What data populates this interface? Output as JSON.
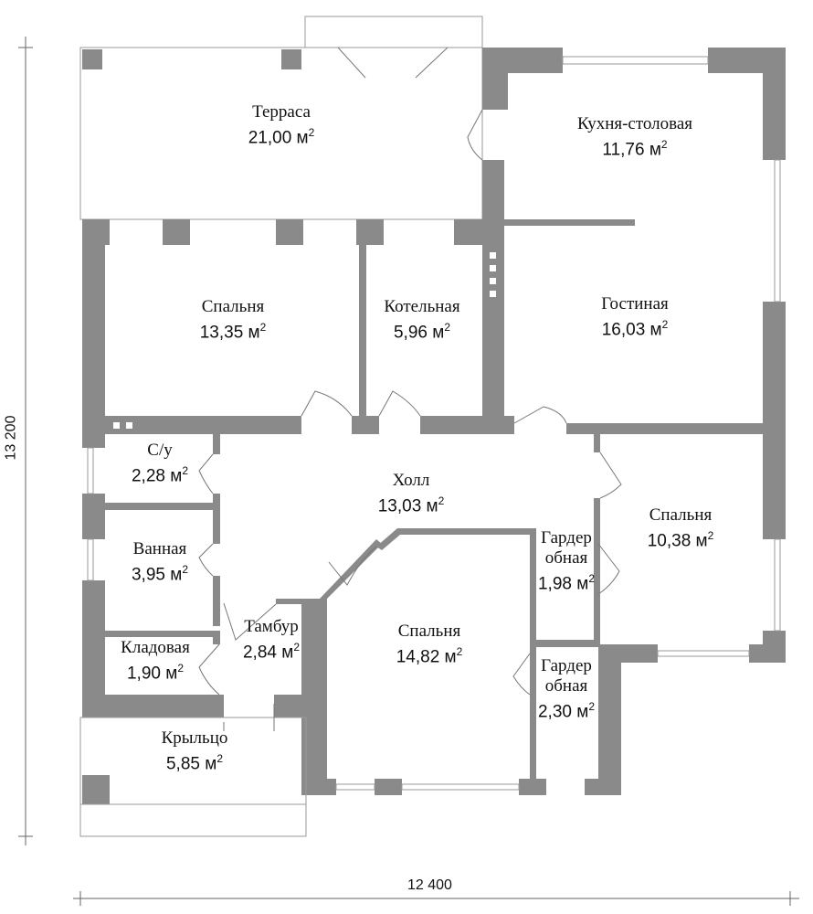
{
  "title": "План этажа",
  "unit_suffix": "м",
  "rooms": [
    {
      "name": "Терраса",
      "area": "21,00"
    },
    {
      "name": "Кухня-столовая",
      "area": "11,76"
    },
    {
      "name": "Спальня",
      "area": "13,35"
    },
    {
      "name": "Котельная",
      "area": "5,96"
    },
    {
      "name": "Гостиная",
      "area": "16,03"
    },
    {
      "name": "С/у",
      "area": "2,28"
    },
    {
      "name": "Холл",
      "area": "13,03"
    },
    {
      "name": "Спальня",
      "area": "10,38"
    },
    {
      "name": "Ванная",
      "area": "3,95"
    },
    {
      "name": "Гардер обная",
      "area": "1,98"
    },
    {
      "name": "Тамбур",
      "area": "2,84"
    },
    {
      "name": "Спальня",
      "area": "14,82"
    },
    {
      "name": "Кладовая",
      "area": "1,90"
    },
    {
      "name": "Гардер обная",
      "area": "2,30"
    },
    {
      "name": "Крыльцо",
      "area": "5,85"
    }
  ],
  "dimensions": {
    "height": "13 200",
    "width": "12 400"
  },
  "colors": {
    "wall": "#8a8a8a"
  }
}
